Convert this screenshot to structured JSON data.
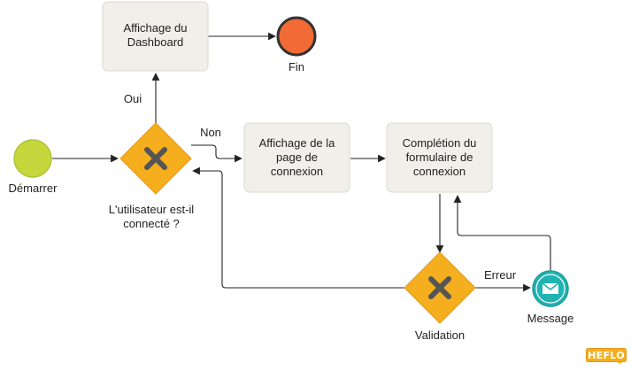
{
  "nodes": {
    "start": {
      "label": "Démarrer",
      "color": "#c4d73c"
    },
    "end": {
      "label": "Fin",
      "color": "#f26b36"
    },
    "task_dashboard": {
      "lines": [
        "Affichage du",
        "Dashboard"
      ]
    },
    "task_login_page": {
      "lines": [
        "Affichage de la",
        "page de",
        "connexion"
      ]
    },
    "task_form": {
      "lines": [
        "Complétion du",
        "formulaire de",
        "connexion"
      ]
    },
    "gateway_connected": {
      "lines": [
        "L'utilisateur est-il",
        "connecté ?"
      ]
    },
    "gateway_validation": {
      "label": "Validation"
    },
    "message_event": {
      "label": "Message",
      "color": "#1fb3b2"
    }
  },
  "flows": {
    "yes_label": "Oui",
    "no_label": "Non",
    "error_label": "Erreur"
  },
  "colors": {
    "gateway": "#f4ae1e",
    "task_fill": "#f1efe9"
  },
  "logo": {
    "text": "HEFLO",
    "color": "#f4ae1e"
  }
}
